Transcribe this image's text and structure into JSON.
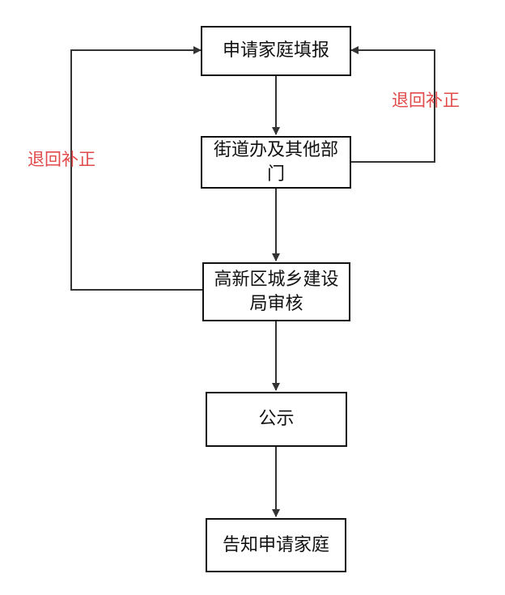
{
  "nodes": [
    {
      "id": "n1",
      "label": "申请家庭填报"
    },
    {
      "id": "n2",
      "label": "街道办及其他部门"
    },
    {
      "id": "n3",
      "label": "高新区城乡建设局审核"
    },
    {
      "id": "n4",
      "label": "公示"
    },
    {
      "id": "n5",
      "label": "告知申请家庭"
    }
  ],
  "edges": [
    {
      "from": "n1",
      "to": "n2",
      "label": ""
    },
    {
      "from": "n2",
      "to": "n3",
      "label": ""
    },
    {
      "from": "n3",
      "to": "n4",
      "label": ""
    },
    {
      "from": "n4",
      "to": "n5",
      "label": ""
    },
    {
      "from": "n2",
      "to": "n1",
      "label": "退回补正"
    },
    {
      "from": "n3",
      "to": "n1",
      "label": "退回补正"
    }
  ],
  "colors": {
    "stroke": "#333333",
    "box_border": "#111111",
    "return_label": "#e04a4a"
  }
}
